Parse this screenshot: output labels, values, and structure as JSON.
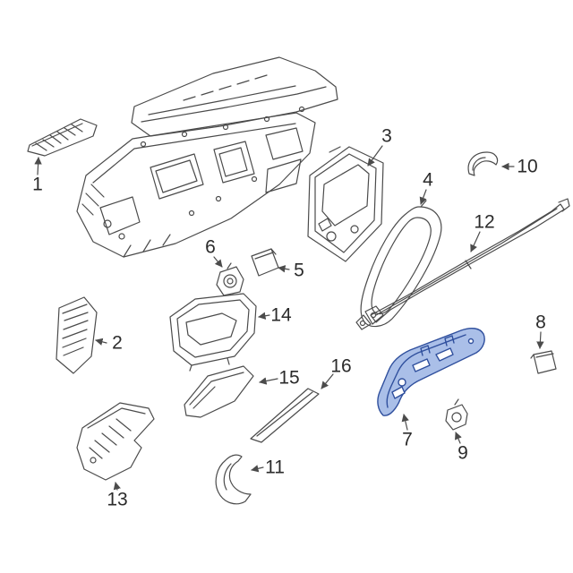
{
  "diagram": {
    "description": "Exploded view parts diagram of a vehicle instrument panel and dashboard trim components",
    "background_color": "#ffffff",
    "line_color": "#4b4b4b",
    "label_color": "#2b2b2b",
    "highlight_fill": "#aabfe8",
    "highlight_stroke": "#2f4f9d",
    "highlighted_callout": "7",
    "callouts": [
      {
        "label": "1"
      },
      {
        "label": "2"
      },
      {
        "label": "3"
      },
      {
        "label": "4"
      },
      {
        "label": "5"
      },
      {
        "label": "6"
      },
      {
        "label": "7"
      },
      {
        "label": "8"
      },
      {
        "label": "9"
      },
      {
        "label": "10"
      },
      {
        "label": "11"
      },
      {
        "label": "12"
      },
      {
        "label": "13"
      },
      {
        "label": "14"
      },
      {
        "label": "15"
      },
      {
        "label": "16"
      }
    ]
  }
}
